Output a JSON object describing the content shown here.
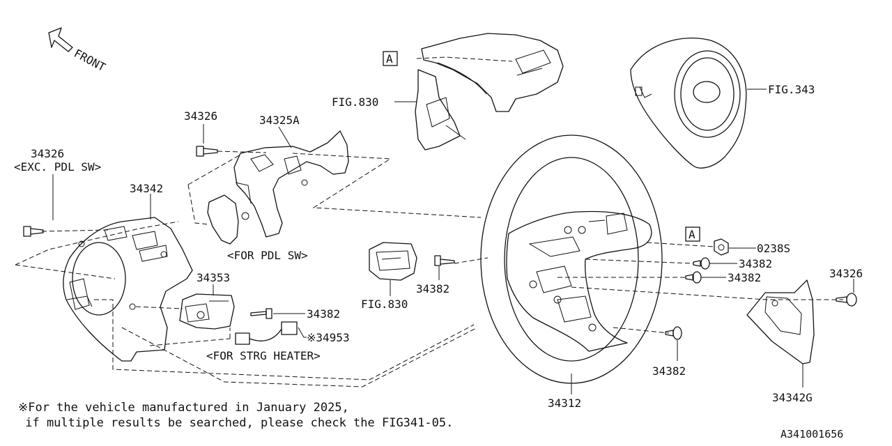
{
  "orientation": {
    "front_label": "FRONT"
  },
  "reference_markers": {
    "marker_a": "A"
  },
  "parts": {
    "p34326_left": "34326",
    "p34326_left_note": "<EXC. PDL SW>",
    "p34342": "34342",
    "p34326_top": "34326",
    "p34325a": "34325A",
    "for_pdl_sw": "<FOR PDL SW>",
    "p34353": "34353",
    "p34382_switch": "34382",
    "p34953": "※34953",
    "for_strg_heater": "<FOR STRG HEATER>",
    "fig830_top": "FIG.830",
    "fig343": "FIG.343",
    "fig830_mid": "FIG.830",
    "p34382_mid": "34382",
    "p0238s": "0238S",
    "p34382_r1": "34382",
    "p34382_r2": "34382",
    "p34382_low": "34382",
    "p34312": "34312",
    "p34326_right": "34326",
    "p34342g": "34342G"
  },
  "footnote": {
    "line1": "※For the vehicle manufactured in January 2025,",
    "line2": " if multiple results be searched, please check the FIG341-05."
  },
  "diagram_code": "A341001656"
}
